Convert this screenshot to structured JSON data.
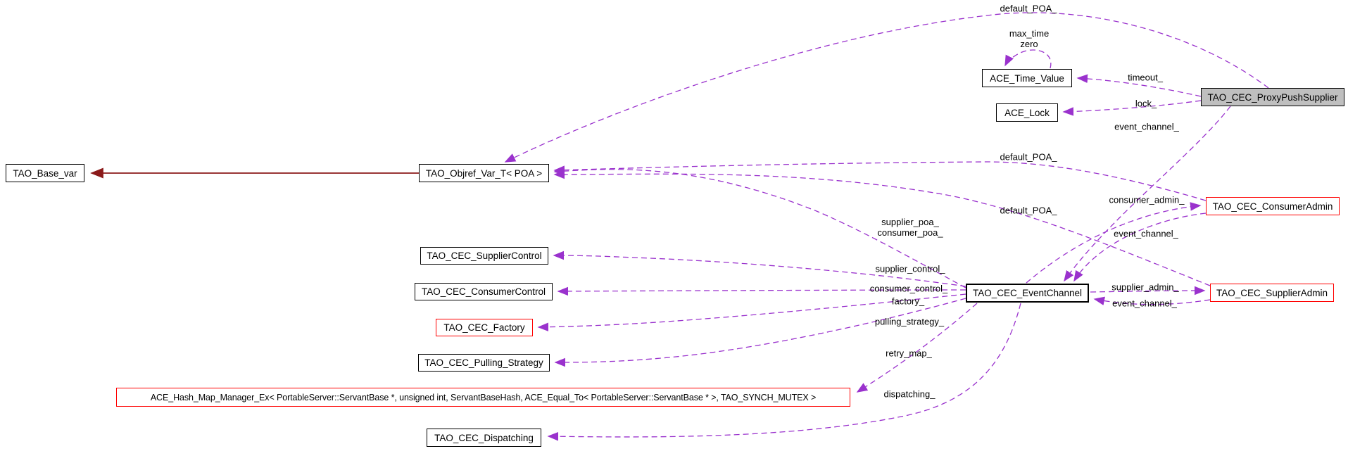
{
  "diagram": {
    "type": "doxygen-collaboration-graph",
    "colors": {
      "usage_edge": "#9a32cd",
      "inheritance_edge": "#8b1a1a",
      "node_border": "#000000",
      "truncated_node_border": "#ff0000",
      "selected_node_fill": "#bfbfbf",
      "background": "#ffffff"
    },
    "nodes": {
      "base_var": {
        "label": "TAO_Base_var"
      },
      "objref": {
        "label": "TAO_Objref_Var_T< POA >"
      },
      "time_value": {
        "label": "ACE_Time_Value"
      },
      "lock": {
        "label": "ACE_Lock"
      },
      "proxy": {
        "label": "TAO_CEC_ProxyPushSupplier"
      },
      "supplier_control": {
        "label": "TAO_CEC_SupplierControl"
      },
      "consumer_control": {
        "label": "TAO_CEC_ConsumerControl"
      },
      "factory": {
        "label": "TAO_CEC_Factory"
      },
      "pulling": {
        "label": "TAO_CEC_Pulling_Strategy"
      },
      "hashmap": {
        "label": "ACE_Hash_Map_Manager_Ex< PortableServer::ServantBase *, unsigned int, ServantBaseHash, ACE_Equal_To< PortableServer::ServantBase * >, TAO_SYNCH_MUTEX >"
      },
      "dispatching": {
        "label": "TAO_CEC_Dispatching"
      },
      "event_channel": {
        "label": "TAO_CEC_EventChannel"
      },
      "consumer_admin": {
        "label": "TAO_CEC_ConsumerAdmin"
      },
      "supplier_admin": {
        "label": "TAO_CEC_SupplierAdmin"
      }
    },
    "edge_labels": {
      "default_poa_top": "default_POA_",
      "max_time_zero": "max_time\nzero",
      "timeout": "timeout_",
      "lock": "lock_",
      "event_channel_1": "event_channel_",
      "default_poa_consumer": "default_POA_",
      "consumer_admin": "consumer_admin_",
      "default_poa_supplier": "default_POA_",
      "supplier_consumer_poa": "supplier_poa_\nconsumer_poa_",
      "event_channel_2": "event_channel_",
      "supplier_control": "supplier_control_",
      "consumer_control": "consumer_control_",
      "factory": "factory_",
      "supplier_admin": "supplier_admin_",
      "event_channel_3": "event_channel_",
      "pulling_strategy": "pulling_strategy_",
      "retry_map": "retry_map_",
      "dispatching": "dispatching_"
    }
  }
}
